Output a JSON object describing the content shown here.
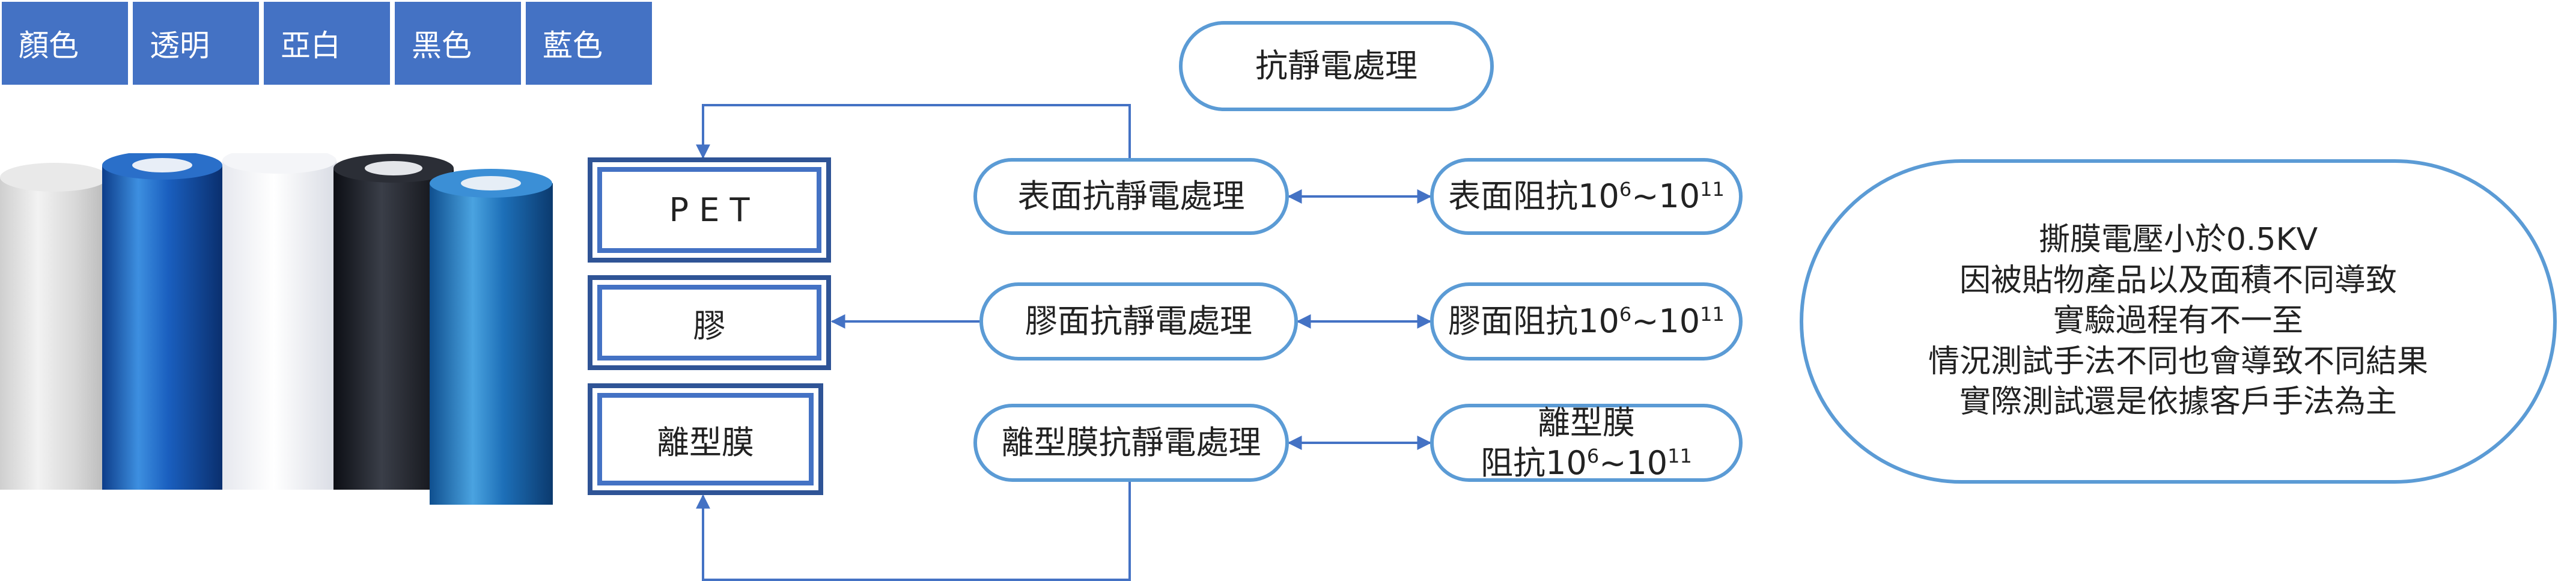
{
  "swatches": [
    "顏色",
    "透明",
    "亞白",
    "黑色",
    "藍色"
  ],
  "layers": {
    "pet": "P E T",
    "glue": "膠",
    "release": "離型膜"
  },
  "top_node": "抗靜電處理",
  "treatments": {
    "surface": "表面抗靜電處理",
    "glue": "膠面抗靜電處理",
    "release": "離型膜抗靜電處理"
  },
  "resistances": {
    "surface": {
      "label": "表面阻抗10",
      "exp1": "6",
      "mid": "~10",
      "exp2": "11"
    },
    "glue": {
      "label": "膠面阻抗10",
      "exp1": "6",
      "mid": "~10",
      "exp2": "11"
    },
    "release": {
      "line1": "離型膜",
      "label": "阻抗10",
      "exp1": "6",
      "mid": "~10",
      "exp2": "11"
    }
  },
  "note_lines": [
    "撕膜電壓小於0.5KV",
    "因被貼物產品以及面積不同導致",
    "實驗過程有不一至",
    "情況測試手法不同也會導致不同結果",
    "實際測試還是依據客戶手法為主"
  ],
  "colors": {
    "swatch_bg": "#4472c4",
    "box_border": "#2f5496",
    "pill_border": "#5b9bd5",
    "arrow": "#4472c4"
  }
}
